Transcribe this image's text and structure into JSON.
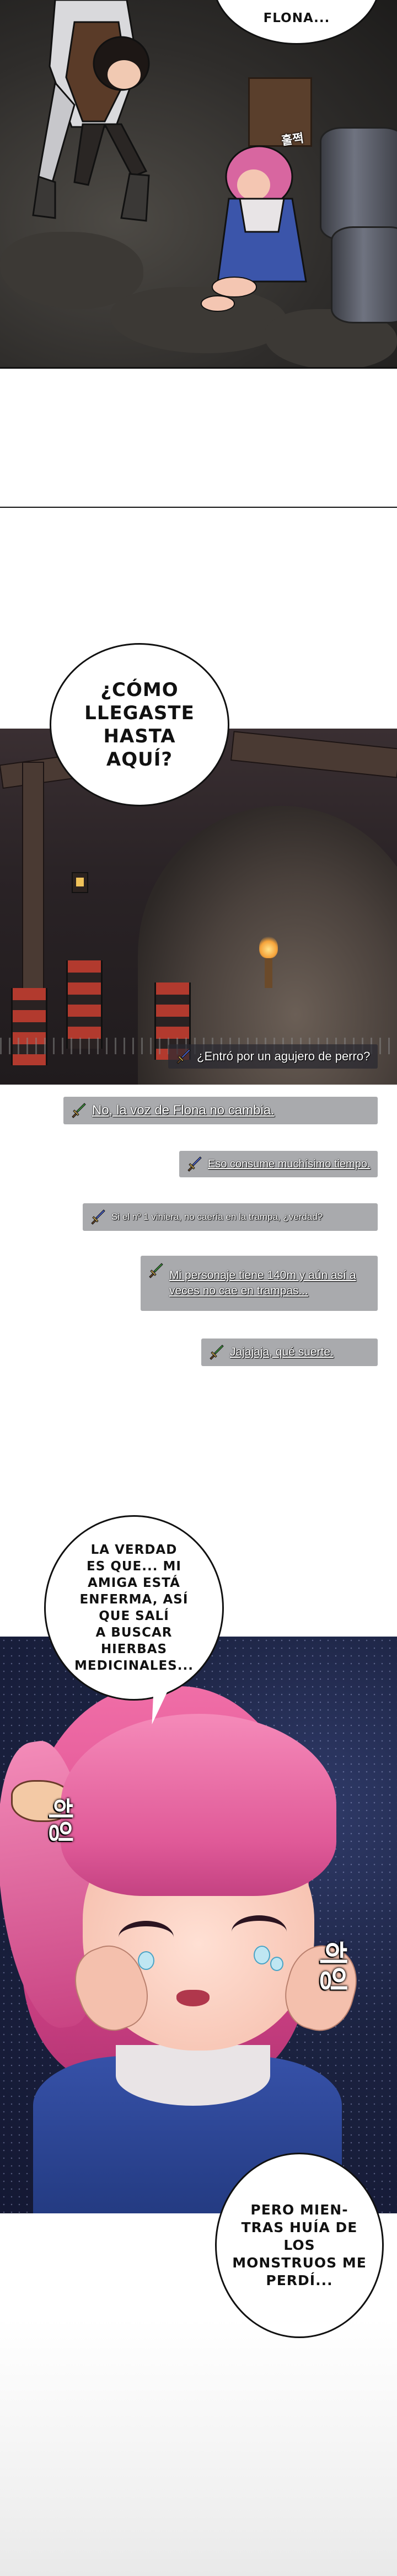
{
  "panel1": {
    "bubble_text": "FLONA...",
    "sfx": "훌쩍"
  },
  "bubble_question": {
    "lines": [
      "¿CÓMO",
      "LLEGASTE HASTA",
      "AQUÍ?"
    ]
  },
  "chat": [
    {
      "icon": "blue-sword-icon",
      "text": "¿Entró por un agujero de perro?",
      "style": "dark",
      "icon_color": "#4b64d6"
    },
    {
      "icon": "green-sword-icon",
      "text": "No, la voz de Flona no cambia.",
      "style": "grey",
      "icon_color": "#3f9a3c"
    },
    {
      "icon": "blue-sword-icon",
      "text": "Eso consume muchísimo tiempo.",
      "style": "grey",
      "icon_color": "#4b64d6"
    },
    {
      "icon": "blue-sword-icon",
      "text": "Si el nº 1 viniera, no caería en la trampa, ¿verdad?",
      "style": "grey",
      "icon_color": "#4b64d6"
    },
    {
      "icon": "green-sword-icon",
      "text": "Mi personaje tiene 140m y aún así a veces no cae en trampas...",
      "style": "grey",
      "icon_color": "#3f9a3c"
    },
    {
      "icon": "green-sword-icon",
      "text": "Jajajaja, qué suerte.",
      "style": "grey",
      "icon_color": "#3f9a3c"
    }
  ],
  "bubble_truth": {
    "lines": [
      "LA VERDAD",
      "ES QUE... MI AMIGA ESTÁ",
      "ENFERMA, ASÍ QUE SALÍ",
      "A BUSCAR HIERBAS",
      "MEDICINALES..."
    ]
  },
  "panel3": {
    "sfx_left": "히잉",
    "sfx_right": "히잉"
  },
  "bubble_lost": {
    "lines": [
      "PERO MIEN-",
      "TRAS HUÍA DE LOS",
      "MONSTRUOS ME",
      "PERDÍ..."
    ]
  }
}
